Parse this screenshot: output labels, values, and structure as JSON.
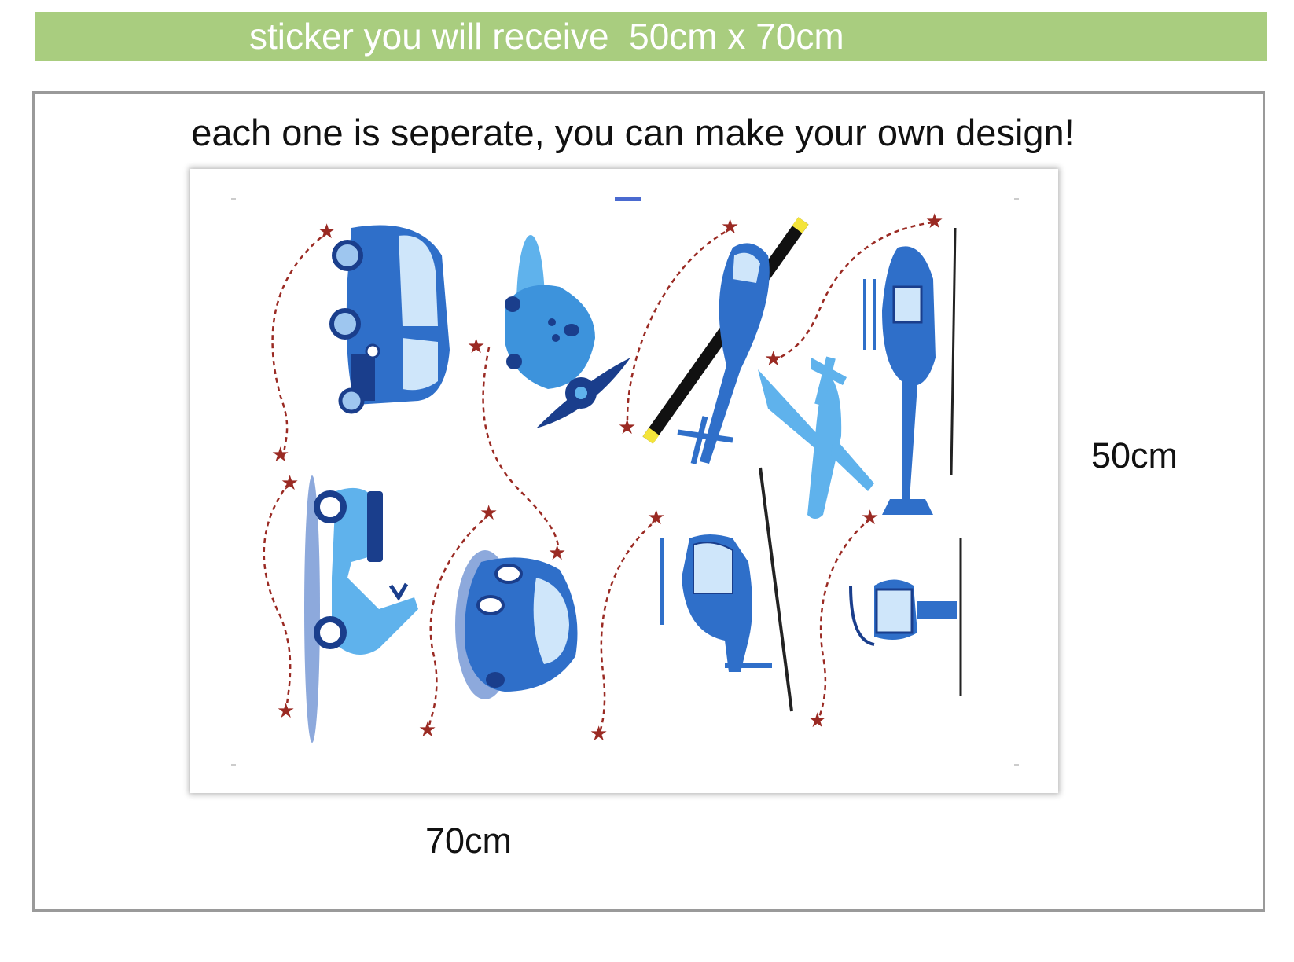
{
  "banner": {
    "text": "sticker you will receive  50cm x 70cm",
    "color": "#a9cd7f"
  },
  "frame": {
    "subtitle": "each one is seperate, you can make your own design!"
  },
  "dimensions": {
    "width_label": "70cm",
    "height_label": "50cm"
  },
  "sticker_sheet": {
    "items": [
      "van-icon",
      "propeller-plane-icon",
      "helicopter-icon",
      "jet-plane-icon",
      "scooter-icon",
      "car-icon",
      "helicopter-icon",
      "helicopter-front-icon"
    ],
    "colors": {
      "primary": "#2f6fc9",
      "light": "#5fb2ec",
      "pale": "#cfe6fa",
      "dark": "#1a3e8c",
      "star": "#9a2a23"
    }
  }
}
